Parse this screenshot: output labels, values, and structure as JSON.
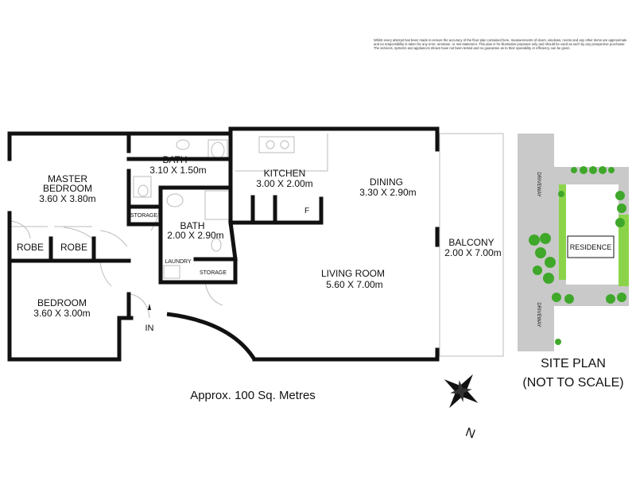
{
  "disclaimer": "Whilst every attempt has been made to ensure the accuracy of the floor plan contained here, measurements of doors, windows, rooms and any other items are approximate and no responsibility is taken for any error, omission, or mis-statement. This plan is for illustrative purposes only and should be used as such by any prospective purchaser. The services, systems and appliances shown have not been tested and no guarantee as to their operability or efficiency can be given.",
  "rooms": {
    "master_bedroom": {
      "name_line1": "MASTER",
      "name_line2": "BEDROOM",
      "size": "3.60 X 3.80m"
    },
    "bath1": {
      "name": "BATH",
      "size": "3.10 X 1.50m"
    },
    "bath2": {
      "name": "BATH",
      "size": "2.00 X 2.90m"
    },
    "kitchen": {
      "name": "KITCHEN",
      "size": "3.00 X 2.00m"
    },
    "dining": {
      "name": "DINING",
      "size": "3.30 X 2.90m"
    },
    "living": {
      "name": "LIVING ROOM",
      "size": "5.60 X 7.00m"
    },
    "balcony": {
      "name": "BALCONY",
      "size": "2.00 X 7.00m"
    },
    "bedroom": {
      "name": "BEDROOM",
      "size": "3.60 X 3.00m"
    },
    "robe1": "ROBE",
    "robe2": "ROBE",
    "storage1": "STORAGE",
    "storage2": "STORAGE",
    "laundry": "LAUNDRY",
    "fridge": "F",
    "entry": "IN"
  },
  "area_text": "Approx. 100 Sq. Metres",
  "site_plan": {
    "title": "SITE PLAN",
    "subtitle": "(NOT TO SCALE)",
    "residence": "RESIDENCE",
    "driveway_top": "DRIVEWAY",
    "driveway_bottom": "DRIVEWAY"
  },
  "compass": {
    "north": "N"
  },
  "colors": {
    "wall": "#111111",
    "site_bg": "#c9c9c9",
    "grass": "#8bd44a",
    "tree": "#3fa82a",
    "fixture": "#bbbbbb"
  }
}
